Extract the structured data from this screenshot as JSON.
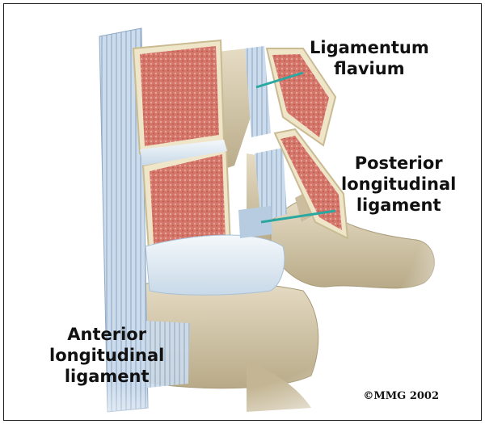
{
  "labels": {
    "ligamentum_flavum": {
      "line1": "Ligamentum",
      "line2": "flavium"
    },
    "posterior_longitudinal": {
      "line1": "Posterior",
      "line2": "longitudinal",
      "line3": "ligament"
    },
    "anterior_longitudinal": {
      "line1": "Anterior",
      "line2": "longitudinal",
      "line3": "ligament"
    }
  },
  "copyright": "©MMG 2002",
  "colors": {
    "ligament": "#c5d8ea",
    "ligament_stripe": "#9fb8d0",
    "bone": "#d8cdb2",
    "bone_shadow": "#b9ab8a",
    "marrow": "#cf6a5c",
    "disc": "#e7f0f7",
    "pointer": "#2aa7a0"
  }
}
